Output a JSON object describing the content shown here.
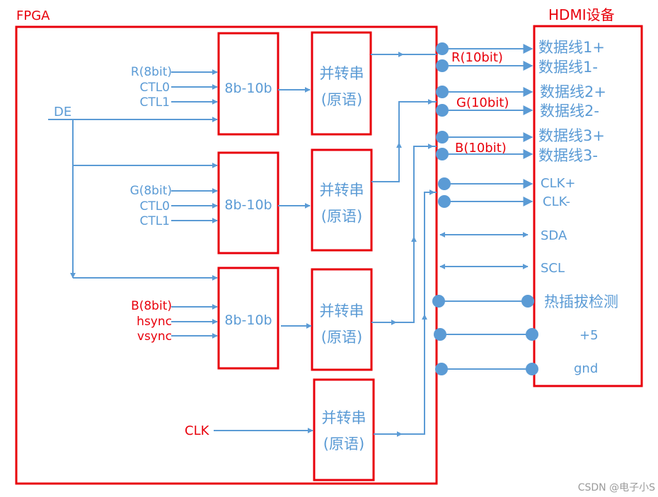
{
  "fpga_label": "FPGA",
  "hdmi_label": "HDMI设备",
  "de_label": "DE",
  "encoders": [
    {
      "label": "8b-10b",
      "inputs": [
        {
          "text": "R(8bit)",
          "color": "#5b9bd5"
        },
        {
          "text": "CTL0",
          "color": "#5b9bd5"
        },
        {
          "text": "CTL1",
          "color": "#5b9bd5"
        }
      ]
    },
    {
      "label": "8b-10b",
      "inputs": [
        {
          "text": "G(8bit)",
          "color": "#5b9bd5"
        },
        {
          "text": "CTL0",
          "color": "#5b9bd5"
        },
        {
          "text": "CTL1",
          "color": "#5b9bd5"
        }
      ]
    },
    {
      "label": "8b-10b",
      "inputs": [
        {
          "text": "B(8bit)",
          "color": "#e8000b"
        },
        {
          "text": "hsync",
          "color": "#e8000b"
        },
        {
          "text": "vsync",
          "color": "#e8000b"
        }
      ]
    }
  ],
  "serializers": [
    {
      "line1": "并转串",
      "line2": "(原语)"
    },
    {
      "line1": "并转串",
      "line2": "(原语)"
    },
    {
      "line1": "并转串",
      "line2": "(原语)"
    },
    {
      "line1": "并转串",
      "line2": "(原语)"
    }
  ],
  "clk_label": "CLK",
  "channel_labels": [
    "R(10bit)",
    "G(10bit)",
    "B(10bit)"
  ],
  "hdmi_pins": [
    "数据线1+",
    "数据线1-",
    "数据线2+",
    "数据线2-",
    "数据线3+",
    "数据线3-",
    "CLK+",
    "CLK-",
    "SDA",
    "SCL",
    "热插拔检测",
    "+5",
    "gnd"
  ],
  "watermark": "CSDN @电子小S",
  "colors": {
    "red": "#e8000b",
    "blue": "#5b9bd5"
  }
}
